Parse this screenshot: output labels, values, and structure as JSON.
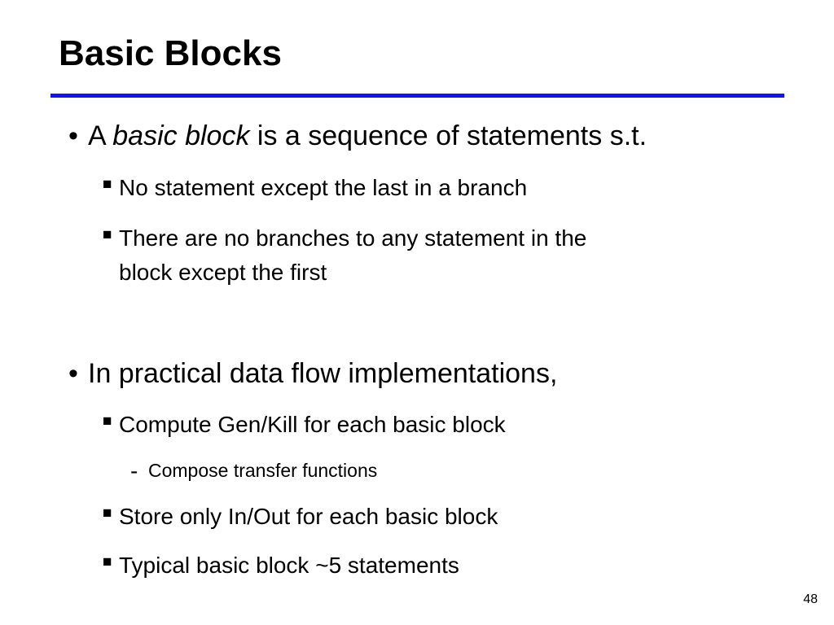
{
  "slide": {
    "title": "Basic Blocks",
    "page_number": "48",
    "bullets": {
      "b1": {
        "prefix": "A ",
        "emphasis": "basic block",
        "suffix": " is a sequence of statements s.t.",
        "sub1": "No statement except the last in a branch",
        "sub2_line1": "There are no branches to any statement in the",
        "sub2_line2": "block except the first"
      },
      "b2": {
        "text": "In practical data flow implementations,",
        "sub1": "Compute Gen/Kill for each basic block",
        "sub1_child": "Compose transfer functions",
        "sub2": "Store only In/Out for each basic block",
        "sub3": "Typical basic block ~5 statements"
      }
    },
    "marks": {
      "level1": "•",
      "level2": "■",
      "level3": "-"
    },
    "colors": {
      "title_rule": "#1414e6",
      "text": "#000000",
      "background": "#ffffff"
    }
  }
}
